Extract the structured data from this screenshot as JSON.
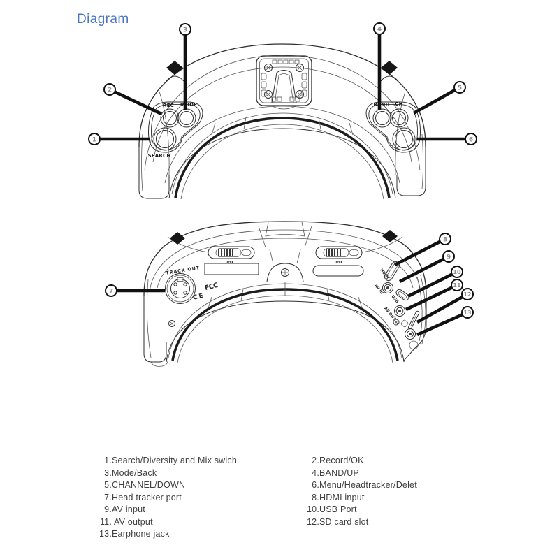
{
  "title": "Diagram",
  "colors": {
    "accent": "#4a75c4",
    "ink": "#2e2e2e",
    "legend_text": "#3f3f3f",
    "callout_number": "#8d8d8d"
  },
  "top_view": {
    "labels": {
      "rec": "REC",
      "mode": "MODE",
      "search": "SEARCH",
      "band": "BAND",
      "ch": "CH"
    },
    "callouts": [
      {
        "n": "1"
      },
      {
        "n": "2"
      },
      {
        "n": "3"
      },
      {
        "n": "4"
      },
      {
        "n": "5"
      },
      {
        "n": "6"
      }
    ]
  },
  "bottom_view": {
    "labels": {
      "track_out": "TRACK OUT",
      "ipd": "IPD",
      "ce": "CE",
      "fcc": "FCC",
      "hdmi": "HDMI",
      "av_in": "AV IN",
      "usb": "USB",
      "av_out": "AV OUT"
    },
    "callouts": [
      {
        "n": "7"
      },
      {
        "n": "8"
      },
      {
        "n": "9"
      },
      {
        "n": "10"
      },
      {
        "n": "11"
      },
      {
        "n": "12"
      },
      {
        "n": "13"
      }
    ]
  },
  "legend": {
    "left": [
      {
        "n": "1.",
        "t": "Search/Diversity and Mix swich"
      },
      {
        "n": "3.",
        "t": "Mode/Back"
      },
      {
        "n": "5.",
        "t": "CHANNEL/DOWN"
      },
      {
        "n": "7.",
        "t": "Head tracker port"
      },
      {
        "n": "9.",
        "t": "AV input"
      },
      {
        "n": "11.",
        "t": " AV output"
      },
      {
        "n": "13.",
        "t": "Earphone jack"
      }
    ],
    "right": [
      {
        "n": "2.",
        "t": "Record/OK"
      },
      {
        "n": "4.",
        "t": "BAND/UP"
      },
      {
        "n": "6.",
        "t": "Menu/Headtracker/Delet"
      },
      {
        "n": "8.",
        "t": "HDMI input"
      },
      {
        "n": "10.",
        "t": "USB Port"
      },
      {
        "n": "12.",
        "t": "SD card slot"
      }
    ]
  }
}
